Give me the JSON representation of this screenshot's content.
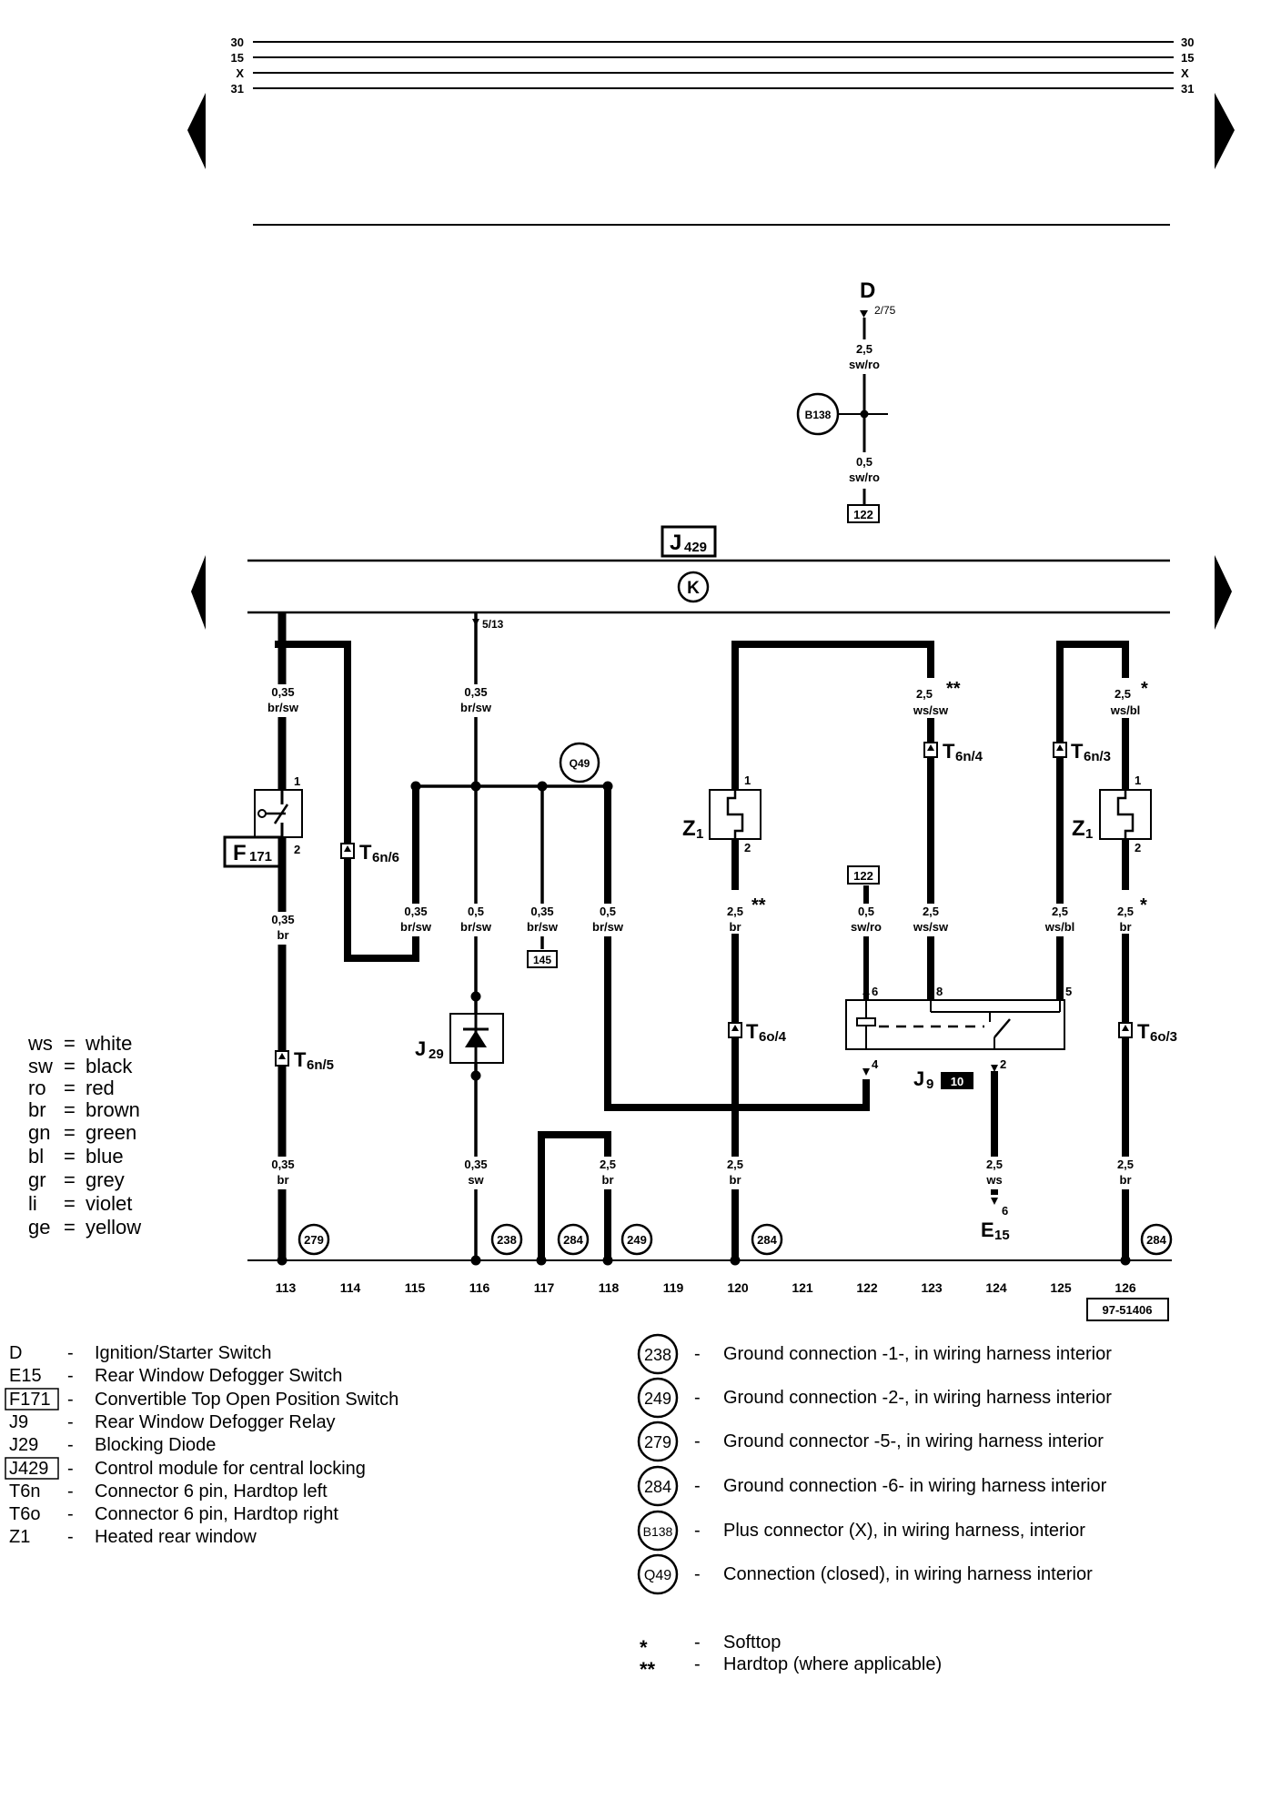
{
  "bus": {
    "left_labels": [
      "30",
      "15",
      "X",
      "31"
    ],
    "right_labels": [
      "30",
      "15",
      "X",
      "31"
    ]
  },
  "components": {
    "d": {
      "label": "D",
      "pin": "2/75",
      "wire_top": "2,5",
      "color_top": "sw/ro",
      "wire_bottom": "0,5",
      "color_bottom": "sw/ro",
      "ref_bottom": "122"
    },
    "b138": "B138",
    "j429": {
      "main": "J",
      "sub": "429"
    },
    "k_symbol": "K",
    "q49": "Q49",
    "f171": {
      "main": "F",
      "sub": "171",
      "pin1": "1",
      "pin2": "2"
    },
    "j29": {
      "main": "J",
      "sub": "29"
    },
    "j9": {
      "main": "J",
      "sub": "9",
      "badge": "10",
      "pin6": "6",
      "pin8": "8",
      "pin5": "5",
      "pin4": "4",
      "pin2": "2"
    },
    "z1_left": {
      "main": "Z",
      "sub": "1",
      "pin1": "1",
      "pin2": "2"
    },
    "z1_right": {
      "main": "Z",
      "sub": "1",
      "pin1": "1",
      "pin2": "2"
    },
    "e15": {
      "main": "E",
      "sub": "15",
      "pin": "6"
    },
    "ref_145": "145",
    "ref_122_mid": "122",
    "pin_5_13": "5/13"
  },
  "connectors": {
    "t6n6": {
      "main": "T",
      "sub": "6n/6"
    },
    "t6n5": {
      "main": "T",
      "sub": "6n/5"
    },
    "t6n4": {
      "main": "T",
      "sub": "6n/4"
    },
    "t6n3": {
      "main": "T",
      "sub": "6n/3"
    },
    "t6o4": {
      "main": "T",
      "sub": "6o/4"
    },
    "t6o3": {
      "main": "T",
      "sub": "6o/3"
    }
  },
  "wires": {
    "w113_top": {
      "size": "0,35",
      "color": "br/sw"
    },
    "w116_top": {
      "size": "0,35",
      "color": "br/sw"
    },
    "w123_top": {
      "size": "2,5",
      "mark": "**",
      "color": "ws/sw"
    },
    "w126_top": {
      "size": "2,5",
      "mark": "*",
      "color": "ws/bl"
    },
    "w113_mid": {
      "size": "0,35",
      "color": "br"
    },
    "w115_mid": {
      "size": "0,35",
      "color": "br/sw"
    },
    "w116_mid": {
      "size": "0,5",
      "color": "br/sw"
    },
    "w117_mid": {
      "size": "0,35",
      "color": "br/sw"
    },
    "w118_mid": {
      "size": "0,5",
      "color": "br/sw"
    },
    "w120_mid": {
      "size": "2,5",
      "mark": "**",
      "color": "br"
    },
    "w122_mid": {
      "size": "0,5",
      "color": "sw/ro"
    },
    "w123_mid": {
      "size": "2,5",
      "color": "ws/sw"
    },
    "w125_mid": {
      "size": "2,5",
      "color": "ws/bl"
    },
    "w126_mid": {
      "size": "2,5",
      "mark": "*",
      "color": "br"
    },
    "w113_bot": {
      "size": "0,35",
      "color": "br"
    },
    "w116_bot": {
      "size": "0,35",
      "color": "sw"
    },
    "w118_bot": {
      "size": "2,5",
      "color": "br"
    },
    "w120_bot": {
      "size": "2,5",
      "color": "br"
    },
    "w124_bot": {
      "size": "2,5",
      "color": "ws"
    },
    "w126_bot": {
      "size": "2,5",
      "color": "br"
    }
  },
  "grounds": {
    "g113": "279",
    "g116": "238",
    "g117": "284",
    "g118": "249",
    "g120": "284",
    "g126": "284"
  },
  "columns": [
    "113",
    "114",
    "115",
    "116",
    "117",
    "118",
    "119",
    "120",
    "121",
    "122",
    "123",
    "124",
    "125",
    "126"
  ],
  "diagram_code": "97-51406",
  "color_key": [
    {
      "code": "ws",
      "eq": "=",
      "name": "white"
    },
    {
      "code": "sw",
      "eq": "=",
      "name": "black"
    },
    {
      "code": "ro",
      "eq": "=",
      "name": "red"
    },
    {
      "code": "br",
      "eq": "=",
      "name": "brown"
    },
    {
      "code": "gn",
      "eq": "=",
      "name": "green"
    },
    {
      "code": "bl",
      "eq": "=",
      "name": "blue"
    },
    {
      "code": "gr",
      "eq": "=",
      "name": "grey"
    },
    {
      "code": "li",
      "eq": "=",
      "name": "violet"
    },
    {
      "code": "ge",
      "eq": "=",
      "name": "yellow"
    }
  ],
  "legend_left": [
    {
      "code": "D",
      "dash": "-",
      "desc": "Ignition/Starter Switch",
      "boxed": false
    },
    {
      "code": "E15",
      "dash": "-",
      "desc": "Rear Window Defogger Switch",
      "boxed": false
    },
    {
      "code": "F171",
      "dash": "-",
      "desc": "Convertible Top Open Position Switch",
      "boxed": true
    },
    {
      "code": "J9",
      "dash": "-",
      "desc": "Rear Window Defogger Relay",
      "boxed": false
    },
    {
      "code": "J29",
      "dash": "-",
      "desc": "Blocking Diode",
      "boxed": false
    },
    {
      "code": "J429",
      "dash": "-",
      "desc": "Control module for central locking",
      "boxed": true
    },
    {
      "code": "T6n",
      "dash": "-",
      "desc": "Connector 6 pin, Hardtop left",
      "boxed": false
    },
    {
      "code": "T6o",
      "dash": "-",
      "desc": "Connector 6 pin, Hardtop right",
      "boxed": false
    },
    {
      "code": "Z1",
      "dash": "-",
      "desc": "Heated rear window",
      "boxed": false
    }
  ],
  "legend_right": [
    {
      "code": "238",
      "dash": "-",
      "desc": "Ground connection -1-, in wiring harness interior"
    },
    {
      "code": "249",
      "dash": "-",
      "desc": "Ground connection -2-, in wiring harness interior"
    },
    {
      "code": "279",
      "dash": "-",
      "desc": "Ground connector -5-, in wiring harness interior"
    },
    {
      "code": "284",
      "dash": "-",
      "desc": "Ground connection -6- in wiring harness interior"
    },
    {
      "code": "B138",
      "dash": "-",
      "desc": "Plus connector (X), in wiring harness, interior"
    },
    {
      "code": "Q49",
      "dash": "-",
      "desc": "Connection (closed), in wiring harness interior"
    }
  ],
  "footnotes": [
    {
      "mark": "*",
      "dash": "-",
      "desc": "Softtop"
    },
    {
      "mark": "**",
      "dash": "-",
      "desc": "Hardtop (where applicable)"
    }
  ]
}
